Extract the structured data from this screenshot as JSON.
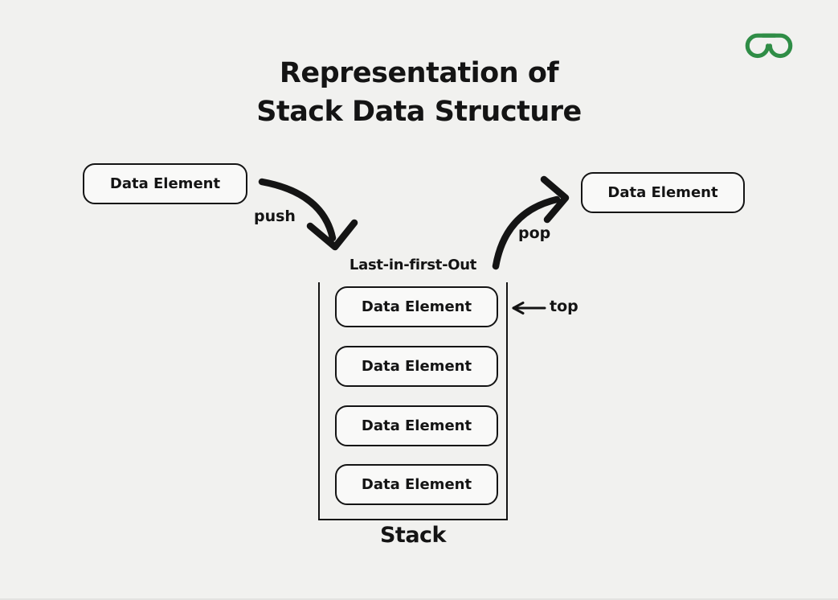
{
  "page": {
    "background_color": "#f1f1ef",
    "ink_color": "#141414",
    "box_fill_color": "#f9f9f8"
  },
  "logo": {
    "name": "geeksforgeeks-logo",
    "color": "#2f8d46"
  },
  "title": {
    "line1": "Representation of",
    "line2": "Stack Data Structure"
  },
  "diagram": {
    "push_box_label": "Data Element",
    "pop_box_label": "Data Element",
    "push_label": "push",
    "pop_label": "pop",
    "lifo_label": "Last-in-first-Out",
    "top_label": "top",
    "stack_label": "Stack",
    "stack_items": [
      {
        "label": "Data Element"
      },
      {
        "label": "Data Element"
      },
      {
        "label": "Data Element"
      },
      {
        "label": "Data Element"
      }
    ]
  }
}
